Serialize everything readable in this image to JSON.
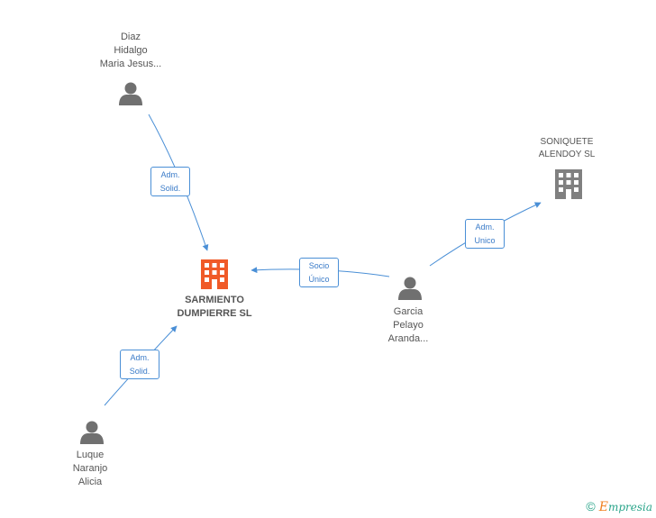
{
  "persons": [
    {
      "id": "diaz",
      "lines": [
        "Diaz",
        "Hidalgo",
        "Maria Jesus..."
      ]
    },
    {
      "id": "garcia",
      "lines": [
        "Garcia",
        "Pelayo",
        "Aranda..."
      ]
    },
    {
      "id": "luque",
      "lines": [
        "Luque",
        "Naranjo",
        "Alicia"
      ]
    }
  ],
  "companies": [
    {
      "id": "sarmiento",
      "lines": [
        "SARMIENTO",
        "DUMPIERRE SL"
      ],
      "color": "#f05a28"
    },
    {
      "id": "soniquete",
      "lines": [
        "SONIQUETE",
        "ALENDOY SL"
      ],
      "color": "#808080"
    }
  ],
  "edges": [
    {
      "id": "diaz-sarmiento",
      "lines": [
        "Adm.",
        "Solid."
      ]
    },
    {
      "id": "garcia-sarmiento",
      "lines": [
        "Socio",
        "Único"
      ]
    },
    {
      "id": "garcia-soniquete",
      "lines": [
        "Adm.",
        "Unico"
      ]
    },
    {
      "id": "luque-sarmiento",
      "lines": [
        "Adm.",
        "Solid."
      ]
    }
  ],
  "colors": {
    "edge": "#4a8fd6",
    "person_icon": "#707070"
  },
  "brand": {
    "copyright": "©",
    "e": "E",
    "rest": "mpresia"
  }
}
